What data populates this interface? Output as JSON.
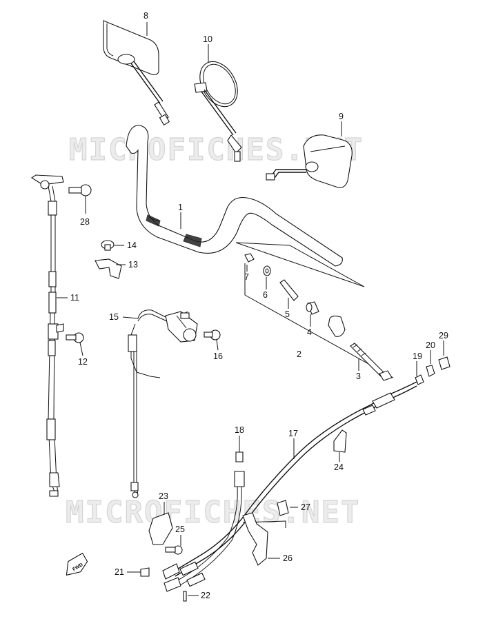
{
  "watermarks": [
    "MICROFICHES.NET",
    "MICROFICHES.NET"
  ],
  "direction_arrow_text": "FWD",
  "callouts": [
    {
      "id": "1",
      "label": "1"
    },
    {
      "id": "2",
      "label": "2"
    },
    {
      "id": "3",
      "label": "3"
    },
    {
      "id": "4",
      "label": "4"
    },
    {
      "id": "5",
      "label": "5"
    },
    {
      "id": "6",
      "label": "6"
    },
    {
      "id": "7",
      "label": "7"
    },
    {
      "id": "8",
      "label": "8"
    },
    {
      "id": "9",
      "label": "9"
    },
    {
      "id": "10",
      "label": "10"
    },
    {
      "id": "11",
      "label": "11"
    },
    {
      "id": "12",
      "label": "12"
    },
    {
      "id": "13",
      "label": "13"
    },
    {
      "id": "14",
      "label": "14"
    },
    {
      "id": "15",
      "label": "15"
    },
    {
      "id": "16",
      "label": "16"
    },
    {
      "id": "17",
      "label": "17"
    },
    {
      "id": "18",
      "label": "18"
    },
    {
      "id": "19",
      "label": "19"
    },
    {
      "id": "20",
      "label": "20"
    },
    {
      "id": "21",
      "label": "21"
    },
    {
      "id": "22",
      "label": "22"
    },
    {
      "id": "23",
      "label": "23"
    },
    {
      "id": "24",
      "label": "24"
    },
    {
      "id": "25",
      "label": "25"
    },
    {
      "id": "26",
      "label": "26"
    },
    {
      "id": "27",
      "label": "27"
    },
    {
      "id": "28",
      "label": "28"
    },
    {
      "id": "29",
      "label": "29"
    }
  ]
}
